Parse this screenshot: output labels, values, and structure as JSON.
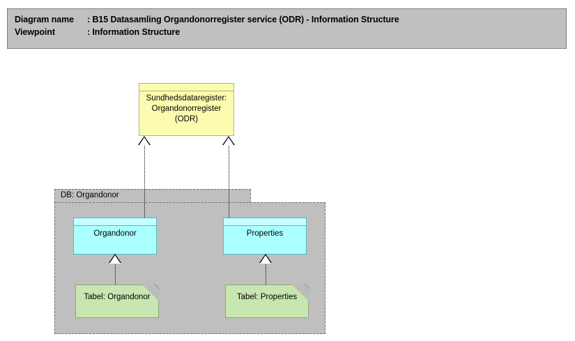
{
  "header": {
    "line1_label": "Diagram name",
    "line1_sep": ": ",
    "line1_value": "B15 Datasamling Organdonorregister service (ODR) - Information Structure",
    "line2_label": "Viewpoint",
    "line2_sep": ": ",
    "line2_value": "Information Structure"
  },
  "colors": {
    "banner_fill": "#c0c0c0",
    "banner_border": "#808080",
    "data_object_fill": "#fcfcb0",
    "data_object_border": "#b3b37a",
    "cyan_object_fill": "#aaffff",
    "cyan_object_border": "#4fbfbf",
    "artifact_fill": "#c8e6af",
    "artifact_border": "#8aa878",
    "group_fill": "#bfbfbf",
    "group_border": "#6e6e6e",
    "connector": "#000000",
    "canvas": "#ffffff"
  },
  "diagram": {
    "data_object": {
      "label_line1": "Sundhedsdataregister:",
      "label_line2": "Organdonorregister",
      "label_line3": "(ODR)"
    },
    "group": {
      "label": "DB: Organdonor"
    },
    "nodes": [
      {
        "label": "Organdonor",
        "type": "data-object-cyan"
      },
      {
        "label": "Properties",
        "type": "data-object-cyan"
      },
      {
        "label": "Tabel: Organdonor",
        "type": "artifact"
      },
      {
        "label": "Tabel: Properties",
        "type": "artifact"
      }
    ],
    "relations": [
      {
        "type": "realization",
        "from": "Organdonor",
        "to": "Sundhedsdataregister: Organdonorregister (ODR)"
      },
      {
        "type": "realization",
        "from": "Properties",
        "to": "Sundhedsdataregister: Organdonorregister (ODR)"
      },
      {
        "type": "realization",
        "from": "Tabel: Organdonor",
        "to": "Organdonor"
      },
      {
        "type": "realization",
        "from": "Tabel: Properties",
        "to": "Properties"
      }
    ]
  }
}
